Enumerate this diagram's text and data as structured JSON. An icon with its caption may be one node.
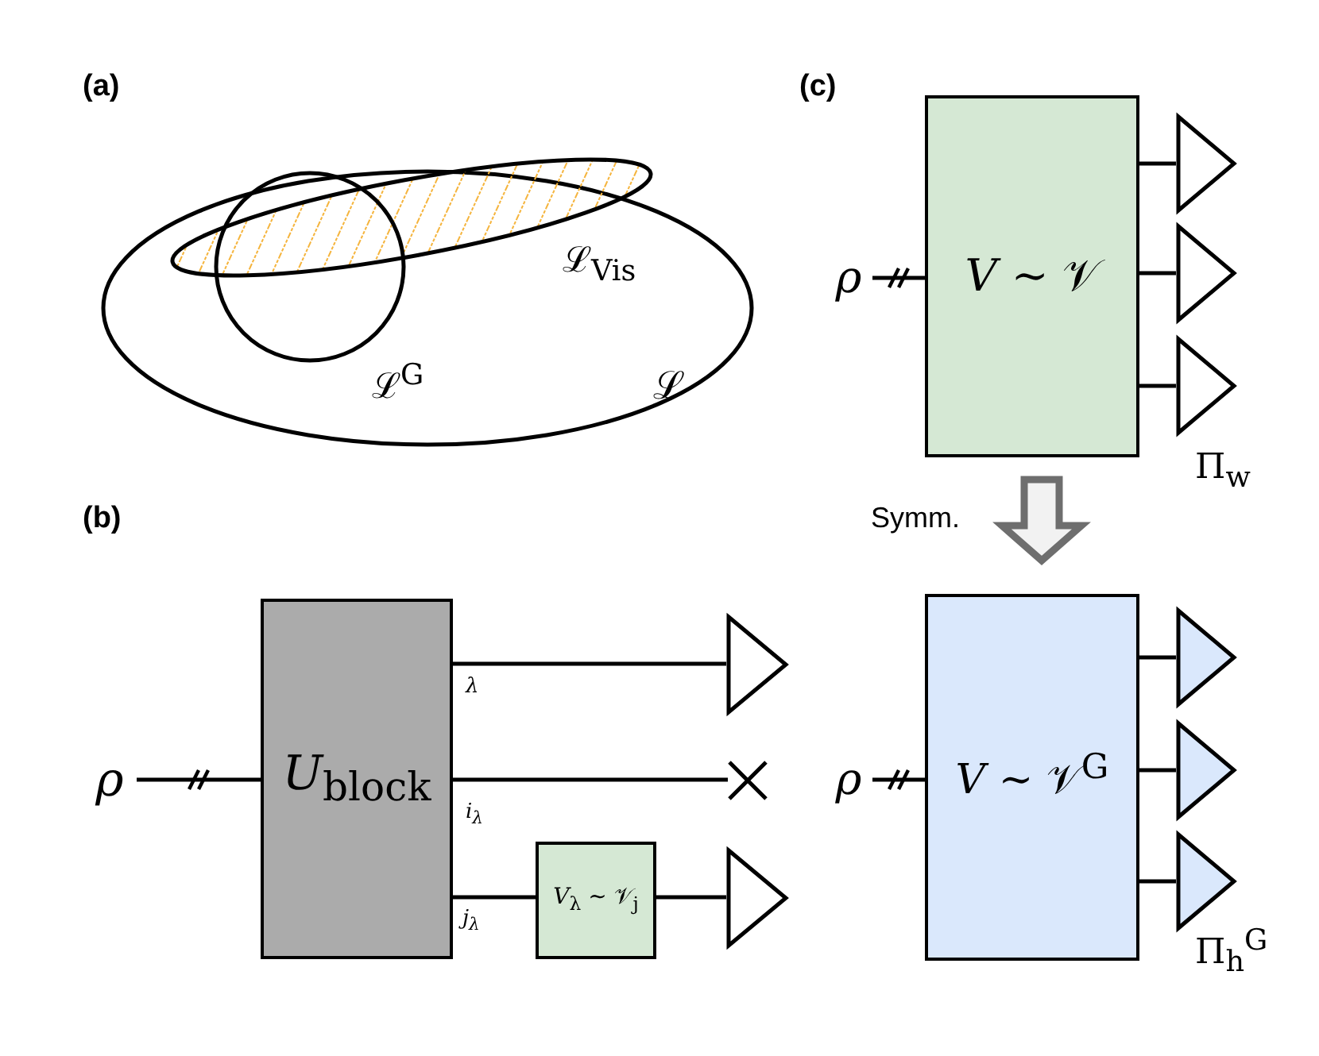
{
  "diagram": {
    "nodes": [
      {
        "text": [
          "ℒ"
        ]
      },
      {
        "text": [
          "ℒ$_{Vis}$"
        ],
        "in": 0
      },
      {
        "text": [
          "ℒ$^{G}$"
        ],
        "in": 0
      },
      {
        "text": [
          "ρ"
        ]
      },
      {
        "text": [
          "*U*$_{block}$"
        ]
      },
      {
        "text": [],
        "shape": "triangle"
      },
      {
        "text": [],
        "shape": "cross"
      },
      {
        "text": [
          "*V*$_{λ}$ ∼ 𝒱$_{j}$"
        ]
      },
      {
        "text": [],
        "shape": "triangle"
      },
      {
        "text": [
          "ρ"
        ]
      },
      {
        "text": [
          "*V* ∼ 𝒱"
        ]
      },
      {
        "text": [],
        "shape": "triangle"
      },
      {
        "text": [],
        "shape": "triangle"
      },
      {
        "text": [],
        "shape": "triangle"
      },
      {
        "text": [
          "ρ"
        ]
      },
      {
        "text": [
          "*V* ∼ 𝒱$^{G}$"
        ]
      },
      {
        "text": [],
        "shape": "triangle"
      },
      {
        "text": [],
        "shape": "triangle"
      },
      {
        "text": [],
        "shape": "triangle"
      }
    ],
    "edges": [
      {
        "from": 3,
        "to": 4,
        "arrow": "none"
      },
      {
        "from": 4,
        "to": 5,
        "arrow": "none",
        "label": "λ"
      },
      {
        "from": 4,
        "to": 6,
        "arrow": "none",
        "label": "i$_{λ}$"
      },
      {
        "from": 4,
        "to": 7,
        "arrow": "none",
        "label": "j$_{λ}$"
      },
      {
        "from": 7,
        "to": 8,
        "arrow": "none"
      },
      {
        "from": 9,
        "to": 10,
        "arrow": "none"
      },
      {
        "from": 10,
        "to": 11,
        "arrow": "none"
      },
      {
        "from": 10,
        "to": 12,
        "arrow": "none"
      },
      {
        "from": 10,
        "to": 13,
        "arrow": "none"
      },
      {
        "from": 10,
        "to": 15,
        "arrow": "to",
        "label": "Symm.",
        "style": "thick",
        "color": "#6e6e6e"
      },
      {
        "from": 14,
        "to": 15,
        "arrow": "none"
      },
      {
        "from": 15,
        "to": 16,
        "arrow": "none"
      },
      {
        "from": 15,
        "to": 17,
        "arrow": "none"
      },
      {
        "from": 15,
        "to": 18,
        "arrow": "none"
      }
    ],
    "labels": [
      "(a)",
      "(b)",
      "(c)",
      "Π$_{w}$",
      "Π$_{h}$$^{G}$"
    ]
  }
}
